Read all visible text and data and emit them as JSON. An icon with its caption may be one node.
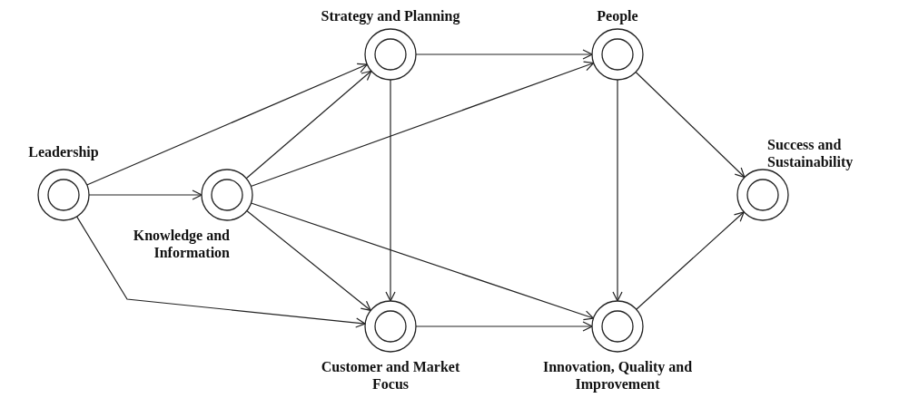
{
  "diagram": {
    "nodes": [
      {
        "text": [
          "Leadership"
        ]
      },
      {
        "text": [
          "Knowledge and Information"
        ]
      },
      {
        "text": [
          "Strategy and Planning"
        ]
      },
      {
        "text": [
          "People"
        ]
      },
      {
        "text": [
          "Customer and Market Focus"
        ]
      },
      {
        "text": [
          "Innovation, Quality and Improvement"
        ]
      },
      {
        "text": [
          "Success and Sustainability"
        ]
      }
    ],
    "edges": [
      {
        "from": 0,
        "to": 1,
        "arrow": "to"
      },
      {
        "from": 0,
        "to": 2,
        "arrow": "to"
      },
      {
        "from": 0,
        "to": 4,
        "arrow": "to"
      },
      {
        "from": 1,
        "to": 2,
        "arrow": "to"
      },
      {
        "from": 1,
        "to": 3,
        "arrow": "to"
      },
      {
        "from": 1,
        "to": 4,
        "arrow": "to"
      },
      {
        "from": 1,
        "to": 5,
        "arrow": "to"
      },
      {
        "from": 2,
        "to": 3,
        "arrow": "to"
      },
      {
        "from": 2,
        "to": 4,
        "arrow": "to"
      },
      {
        "from": 3,
        "to": 5,
        "arrow": "to"
      },
      {
        "from": 3,
        "to": 6,
        "arrow": "to"
      },
      {
        "from": 4,
        "to": 5,
        "arrow": "to"
      },
      {
        "from": 5,
        "to": 6,
        "arrow": "to"
      }
    ]
  }
}
